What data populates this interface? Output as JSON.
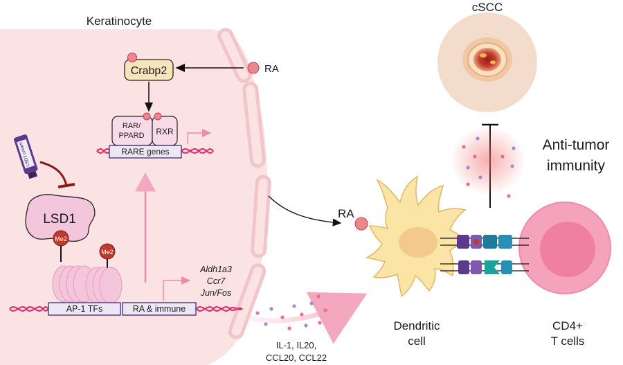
{
  "diagram": {
    "keratinocyte_label": "Keratinocyte",
    "crabp2_label": "Crabp2",
    "ra_label_top": "RA",
    "rar_ppard_label_line1": "RAR/",
    "rar_ppard_label_line2": "PPARD",
    "rxr_label": "RXR",
    "rare_genes_label": "RARE genes",
    "cream_label": "LSD1 cream",
    "lsd1_label": "LSD1",
    "me2_label_a": "Me2",
    "me2_label_b": "Me2",
    "ap1_label": "AP-1 TFs",
    "ra_immune_label": "RA & immune",
    "target_genes": [
      "Aldh1a3",
      "Ccr7",
      "Jun/Fos"
    ],
    "ra_label_dc": "RA",
    "cytokines_line1": "IL-1, IL20,",
    "cytokines_line2": "CCL20, CCL22",
    "dc_label_line1": "Dendritic",
    "dc_label_line2": "cell",
    "tcell_label_line1": "CD4+",
    "tcell_label_line2": "T cells",
    "cscc_label": "cSCC",
    "immunity_label_line1": "Anti-tumor",
    "immunity_label_line2": "immunity"
  },
  "colors": {
    "cell_fill": "#fbe3e3",
    "membrane": "#f2c6c8",
    "dna": "#d6336c",
    "ra_ball": "#e88a8a",
    "crabp2_fill": "#f7e4b8",
    "receptor_fill": "#f7dbe9",
    "lsd1_fill": "#f4c6dc",
    "me2_fill": "#c0392b",
    "dc_fill": "#fbe5a6",
    "dc_nucleus": "#f3c98d",
    "tcell_fill": "#f5a3bd",
    "tcell_nucleus": "#ef7fa3",
    "cream_tube": "#5b3a8e",
    "tumor_skin": "#f3dccb"
  }
}
